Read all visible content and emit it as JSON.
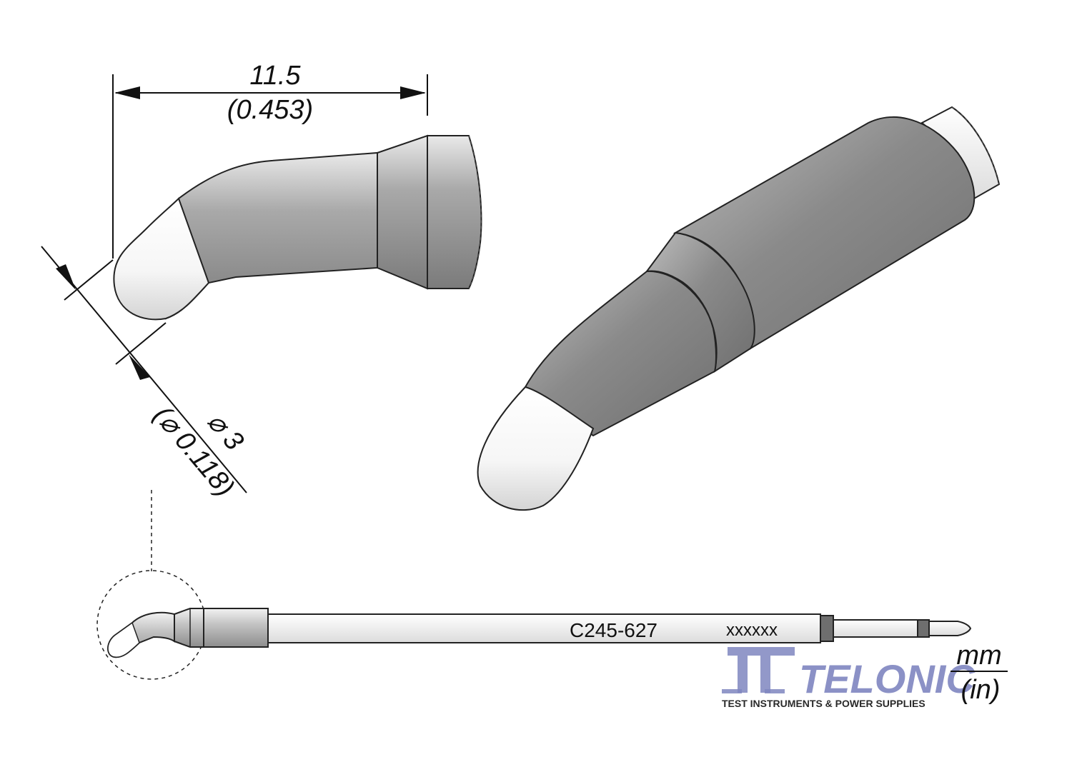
{
  "dimensions": {
    "length_mm": "11.5",
    "length_in": "(0.453)",
    "diameter_mm": "⌀ 3",
    "diameter_in": "(⌀ 0.118)"
  },
  "part_number": "C245-627",
  "serial_placeholder": "xxxxxx",
  "units": {
    "primary": "mm",
    "secondary": "(in)"
  },
  "logo": {
    "brand": "TELONIC",
    "tagline": "TEST INSTRUMENTS & POWER SUPPLIES",
    "color": "#7f86c0"
  },
  "colors": {
    "metal_dark": "#8e8e8e",
    "metal_mid": "#b9b9b9",
    "tip_white": "#ffffff"
  }
}
